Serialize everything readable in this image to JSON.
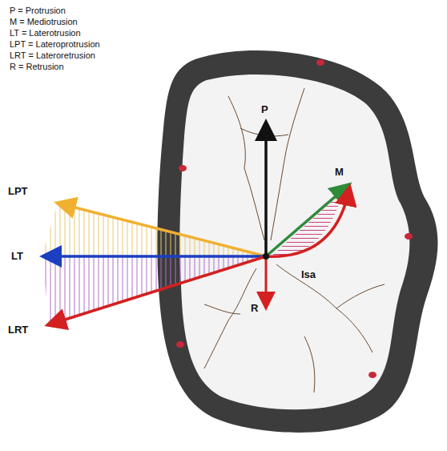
{
  "diagram": {
    "labels": [
      "P",
      "M",
      "LPT",
      "LT",
      "LRT",
      "R",
      "Isa"
    ],
    "legend": [
      {
        "text": "P = Protrusion"
      },
      {
        "text": "M = Mediotrusion"
      },
      {
        "text": "LT = Laterotrusion"
      },
      {
        "text": "LPT = Lateroprotrusion"
      },
      {
        "text": "LRT = Lateroretrusion"
      },
      {
        "text": "R = Retrusion"
      }
    ]
  }
}
